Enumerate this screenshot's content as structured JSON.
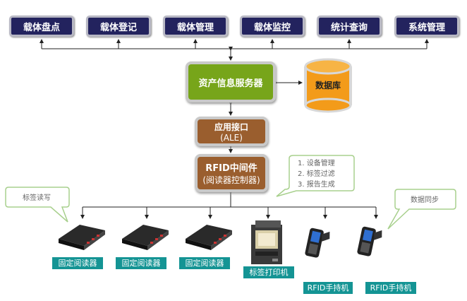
{
  "top_modules": [
    "载体盘点",
    "载体登记",
    "载体管理",
    "载体监控",
    "统计查询",
    "系统管理"
  ],
  "server": {
    "label": "资产信息服务器"
  },
  "database": {
    "label": "数据库"
  },
  "ale": {
    "line1": "应用接口",
    "line2": "(ALE)"
  },
  "middleware": {
    "line1": "RFID中间件",
    "line2": "(阅读器控制器)"
  },
  "middleware_functions": [
    "1. 设备管理",
    "2. 标签过滤",
    "3. 报告生成"
  ],
  "callouts": {
    "left": "标签读写",
    "right": "数据同步"
  },
  "devices": [
    {
      "label": "固定阅读器",
      "icon": "fixed-reader-icon"
    },
    {
      "label": "固定阅读器",
      "icon": "fixed-reader-icon"
    },
    {
      "label": "固定阅读器",
      "icon": "fixed-reader-icon"
    },
    {
      "label": "标签打印机",
      "icon": "label-printer-icon"
    },
    {
      "label": "RFID手持机",
      "icon": "handheld-reader-icon"
    },
    {
      "label": "RFID手持机",
      "icon": "handheld-reader-icon"
    }
  ],
  "colors": {
    "module_bg": "#23235e",
    "server_bg": "#77a51a",
    "middleware_bg": "#9a5e2e",
    "database": "#f39b1a",
    "device_label_bg": "#149494",
    "callout_border": "#a8d08d"
  }
}
